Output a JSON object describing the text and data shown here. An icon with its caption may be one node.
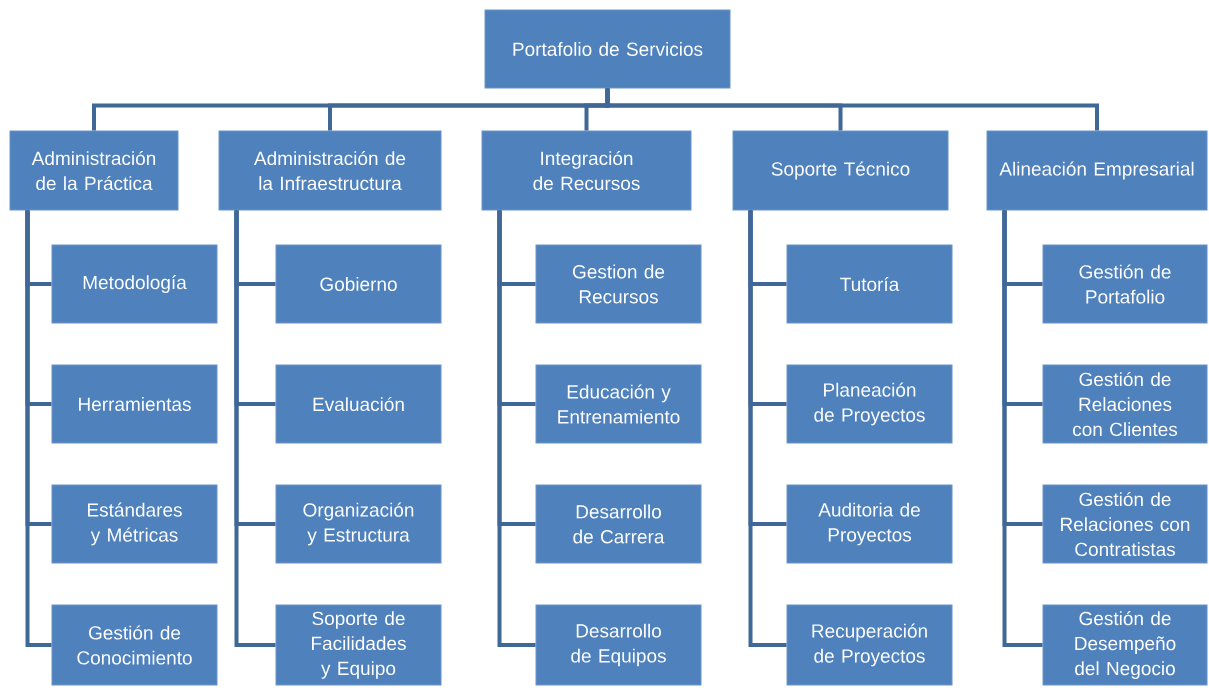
{
  "diagram": {
    "nodes": [
      {
        "text": [
          "Portafolio de Servicios"
        ]
      },
      {
        "text": [
          "Administración de la Práctica"
        ]
      },
      {
        "text": [
          "Administración de la Infraestructura"
        ]
      },
      {
        "text": [
          "Integración de Recursos"
        ]
      },
      {
        "text": [
          "Soporte Técnico"
        ]
      },
      {
        "text": [
          "Alineación Empresarial"
        ]
      },
      {
        "text": [
          "Metodología"
        ]
      },
      {
        "text": [
          "Herramientas"
        ]
      },
      {
        "text": [
          "Estándares y Métricas"
        ]
      },
      {
        "text": [
          "Gestión de Conocimiento"
        ]
      },
      {
        "text": [
          "Gobierno"
        ]
      },
      {
        "text": [
          "Evaluación"
        ]
      },
      {
        "text": [
          "Organización y Estructura"
        ]
      },
      {
        "text": [
          "Soporte de Facilidades y Equipo"
        ]
      },
      {
        "text": [
          "Gestion de Recursos"
        ]
      },
      {
        "text": [
          "Educación y Entrenamiento"
        ]
      },
      {
        "text": [
          "Desarrollo de Carrera"
        ]
      },
      {
        "text": [
          "Desarrollo de Equipos"
        ]
      },
      {
        "text": [
          "Tutoría"
        ]
      },
      {
        "text": [
          "Planeación de Proyectos"
        ]
      },
      {
        "text": [
          "Auditoria de Proyectos"
        ]
      },
      {
        "text": [
          "Recuperación de Proyectos"
        ]
      },
      {
        "text": [
          "Gestión de Portafolio"
        ]
      },
      {
        "text": [
          "Gestión de Relaciones con Clientes"
        ]
      },
      {
        "text": [
          "Gestión de Relaciones con Contratistas"
        ]
      },
      {
        "text": [
          "Gestión de Desempeño del Negocio"
        ]
      }
    ],
    "edges": [
      {
        "from": 0,
        "to": 1,
        "arrow": "none"
      },
      {
        "from": 0,
        "to": 2,
        "arrow": "none"
      },
      {
        "from": 0,
        "to": 3,
        "arrow": "none"
      },
      {
        "from": 0,
        "to": 4,
        "arrow": "none"
      },
      {
        "from": 0,
        "to": 5,
        "arrow": "none"
      },
      {
        "from": 1,
        "to": 6,
        "arrow": "none"
      },
      {
        "from": 1,
        "to": 7,
        "arrow": "none"
      },
      {
        "from": 1,
        "to": 8,
        "arrow": "none"
      },
      {
        "from": 1,
        "to": 9,
        "arrow": "none"
      },
      {
        "from": 2,
        "to": 10,
        "arrow": "none"
      },
      {
        "from": 2,
        "to": 11,
        "arrow": "none"
      },
      {
        "from": 2,
        "to": 12,
        "arrow": "none"
      },
      {
        "from": 2,
        "to": 13,
        "arrow": "none"
      },
      {
        "from": 3,
        "to": 14,
        "arrow": "none"
      },
      {
        "from": 3,
        "to": 15,
        "arrow": "none"
      },
      {
        "from": 3,
        "to": 16,
        "arrow": "none"
      },
      {
        "from": 3,
        "to": 17,
        "arrow": "none"
      },
      {
        "from": 4,
        "to": 18,
        "arrow": "none"
      },
      {
        "from": 4,
        "to": 19,
        "arrow": "none"
      },
      {
        "from": 4,
        "to": 20,
        "arrow": "none"
      },
      {
        "from": 4,
        "to": 21,
        "arrow": "none"
      },
      {
        "from": 5,
        "to": 22,
        "arrow": "none"
      },
      {
        "from": 5,
        "to": 23,
        "arrow": "none"
      },
      {
        "from": 5,
        "to": 24,
        "arrow": "none"
      },
      {
        "from": 5,
        "to": 25,
        "arrow": "none"
      }
    ]
  }
}
